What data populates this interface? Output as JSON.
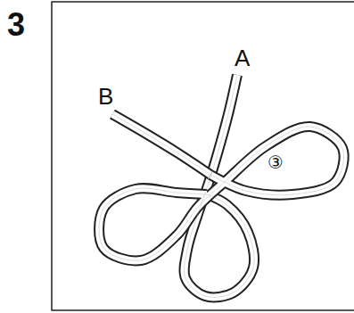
{
  "diagram": {
    "labels": [
      "3",
      "A",
      "B",
      "③"
    ]
  }
}
